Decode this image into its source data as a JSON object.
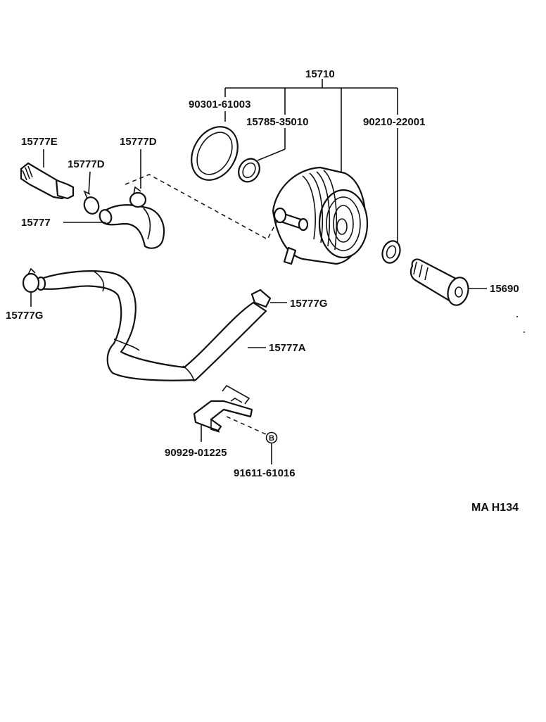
{
  "diagram": {
    "reference_code": "MA H134",
    "labels": {
      "p15710": "15710",
      "p90301": "90301-61003",
      "p15785": "15785-35010",
      "p90210": "90210-22001",
      "p15777E": "15777E",
      "p15777D_left": "15777D",
      "p15777D_right": "15777D",
      "p15777": "15777",
      "p15690": "15690",
      "p15777G_left": "15777G",
      "p15777G_right": "15777G",
      "p15777A": "15777A",
      "p90929": "90929-01225",
      "p91611": "91611-61016",
      "b_mark": "B"
    }
  }
}
